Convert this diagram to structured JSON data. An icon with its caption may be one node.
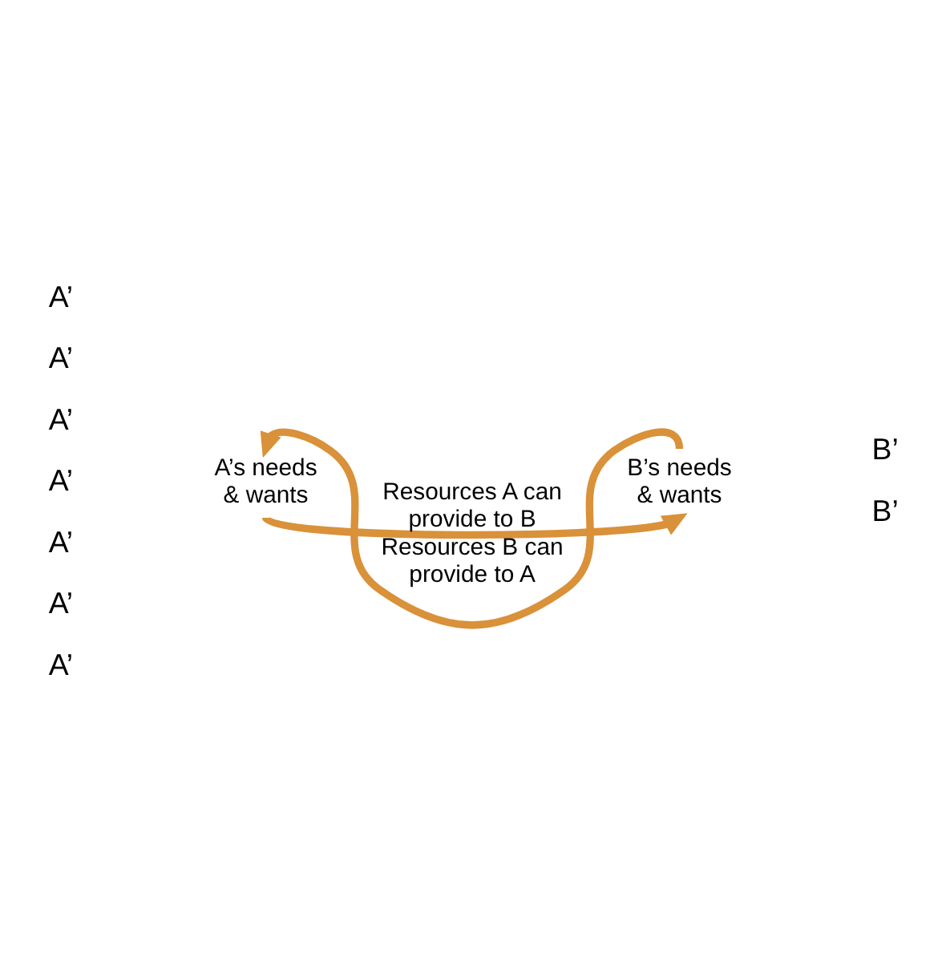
{
  "diagram": {
    "nodes": [
      {
        "text": [
          "A’s needs & wants"
        ]
      },
      {
        "text": [
          "B’s needs & wants"
        ]
      }
    ],
    "edges": [
      {
        "from": 1,
        "to": 0,
        "arrow": "to",
        "label": "Resources B can provide to A"
      },
      {
        "from": 0,
        "to": 1,
        "arrow": "to",
        "label": "Resources A can provide to B"
      }
    ],
    "labels": [
      "A’",
      "A’",
      "A’",
      "A’",
      "A’",
      "A’",
      "A’",
      "B’",
      "B’"
    ]
  }
}
